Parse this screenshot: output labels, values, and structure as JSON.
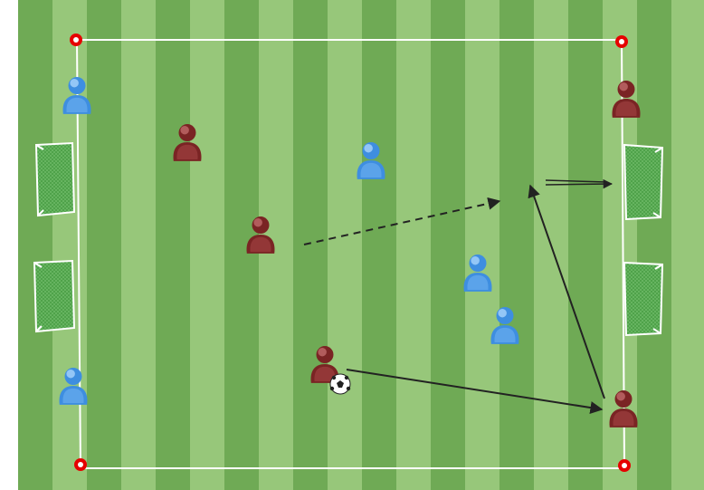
{
  "colors": {
    "stripe_dark": "#6faa55",
    "stripe_light": "#97c77a",
    "line": "#ffffff",
    "cone": "#e60000",
    "team_blue": "#3e8ee0",
    "team_red": "#8a2a2a",
    "arrow": "#222222",
    "goal_net": "#4fa24a"
  },
  "cones": [
    "corner-top-left",
    "corner-top-right",
    "corner-bottom-left",
    "corner-bottom-right"
  ],
  "goals": [
    "left-goal-upper",
    "left-goal-lower",
    "right-goal-upper",
    "right-goal-lower"
  ],
  "players": [
    {
      "team": "blue",
      "id": "blue-1"
    },
    {
      "team": "blue",
      "id": "blue-2"
    },
    {
      "team": "blue",
      "id": "blue-3"
    },
    {
      "team": "blue",
      "id": "blue-4"
    },
    {
      "team": "blue",
      "id": "blue-5"
    },
    {
      "team": "red",
      "id": "red-1"
    },
    {
      "team": "red",
      "id": "red-2"
    },
    {
      "team": "red",
      "id": "red-3"
    },
    {
      "team": "red",
      "id": "red-4"
    },
    {
      "team": "red",
      "id": "red-5"
    }
  ],
  "ball": "soccer-ball-icon",
  "arrows": [
    {
      "id": "pass-arrow",
      "style": "solid"
    },
    {
      "id": "run-dashed-arrow",
      "style": "dashed"
    },
    {
      "id": "return-pass-arrow",
      "style": "solid"
    },
    {
      "id": "dribble-arrow",
      "style": "double"
    }
  ]
}
